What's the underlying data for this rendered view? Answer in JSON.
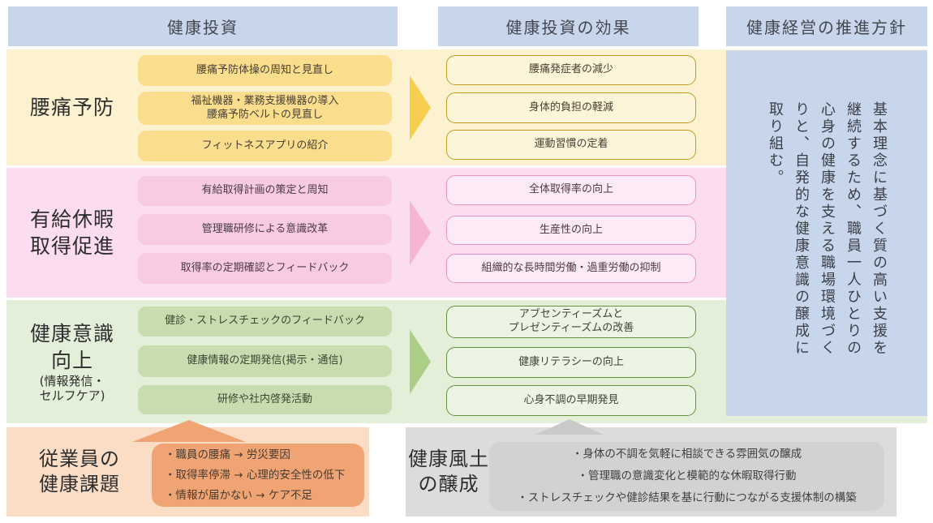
{
  "headers": {
    "investment": "健康投資",
    "effect": "健康投資の効果",
    "policy": "健康経営の推進方針"
  },
  "rows": [
    {
      "label": "腰痛予防",
      "label2": "",
      "sub1": "",
      "sub2": "",
      "measures": [
        {
          "l1": "腰痛予防体操の周知と見直し",
          "l2": ""
        },
        {
          "l1": "福祉機器・業務支援機器の導入",
          "l2": "腰痛予防ベルトの見直し"
        },
        {
          "l1": "フィットネスアプリの紹介",
          "l2": ""
        }
      ],
      "effects": [
        {
          "l1": "腰痛発症者の減少",
          "l2": ""
        },
        {
          "l1": "身体的負担の軽減",
          "l2": ""
        },
        {
          "l1": "運動習慣の定着",
          "l2": ""
        }
      ],
      "colors": {
        "band": "#fdf2cf",
        "box": "#fbdd8e",
        "outline": "#bf9b22",
        "arrow": "#f8ce51"
      }
    },
    {
      "label": "有給休暇",
      "label2": "取得促進",
      "sub1": "",
      "sub2": "",
      "measures": [
        {
          "l1": "有給取得計画の策定と周知",
          "l2": ""
        },
        {
          "l1": "管理職研修による意識改革",
          "l2": ""
        },
        {
          "l1": "取得率の定期確認とフィードバック",
          "l2": ""
        }
      ],
      "effects": [
        {
          "l1": "全体取得率の向上",
          "l2": ""
        },
        {
          "l1": "生産性の向上",
          "l2": ""
        },
        {
          "l1": "組織的な長時間労働・過重労働の抑制",
          "l2": ""
        }
      ],
      "colors": {
        "band": "#fbdcf1",
        "box": "#f8cbe2",
        "outline": "#ec93c3",
        "arrow": "#f5b5d3"
      }
    },
    {
      "label": "健康意識",
      "label2": "向上",
      "sub1": "(情報発信・",
      "sub2": "セルフケア)",
      "measures": [
        {
          "l1": "健診・ストレスチェックのフィードバック",
          "l2": ""
        },
        {
          "l1": "健康情報の定期発信(掲示・通信)",
          "l2": ""
        },
        {
          "l1": "研修や社内啓発活動",
          "l2": ""
        }
      ],
      "effects": [
        {
          "l1": "アブセンティーズムと",
          "l2": "プレゼンティーズムの改善"
        },
        {
          "l1": "健康リテラシーの向上",
          "l2": ""
        },
        {
          "l1": "心身不調の早期発見",
          "l2": ""
        }
      ],
      "colors": {
        "band": "#e4efd9",
        "box": "#c7ddb0",
        "outline": "#61933c",
        "arrow": "#abcf87"
      }
    }
  ],
  "policy": {
    "lines": [
      "基本理念に基づく質の高い支援を",
      "継続するため、職員一人ひとりの",
      "心身の健康を支える職場環境づく",
      "りと、自発的な健康意識の醸成に",
      "取り組む。"
    ],
    "panel_color": "#c8d6ec"
  },
  "challenges": {
    "label1": "従業員の",
    "label2": "健康課題",
    "items": [
      "・職員の腰痛 → 労災要因",
      "・取得率停滞 → 心理的安全性の低下",
      "・情報が届かない → ケア不足"
    ],
    "bg_color": "#fbdcc5",
    "box_color": "#f0a473"
  },
  "culture": {
    "label1": "健康風土",
    "label2": "の醸成",
    "items": [
      "・身体の不調を気軽に相談できる雰囲気の醸成",
      "・管理職の意識変化と模範的な休暇取得行動",
      "・ストレスチェックや健診結果を基に行動につながる支援体制の構築"
    ],
    "bg_color": "#dcdcdc",
    "box_color": "#d2d2d2"
  }
}
